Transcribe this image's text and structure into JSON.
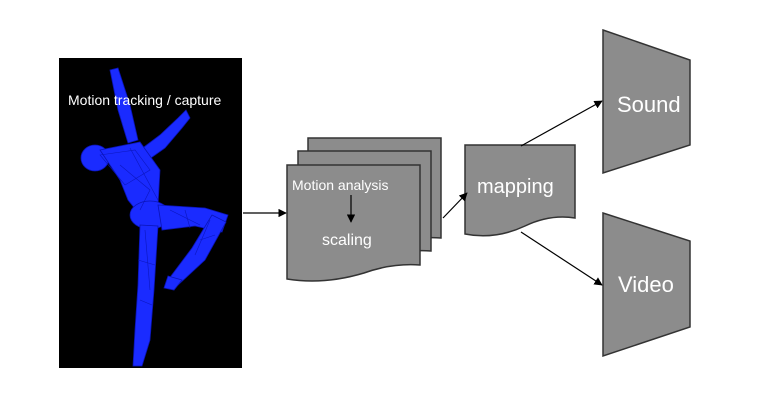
{
  "diagram": {
    "capture_label": "Motion tracking / capture",
    "analysis_label": "Motion analysis",
    "scaling_label": "scaling",
    "mapping_label": "mapping",
    "sound_label": "Sound",
    "video_label": "Video"
  },
  "colors": {
    "panel_background": "#000000",
    "figure": "#1a2bff",
    "box_fill": "#8c8c8c",
    "box_stroke": "#333333",
    "text": "#ffffff",
    "arrow": "#000000"
  }
}
